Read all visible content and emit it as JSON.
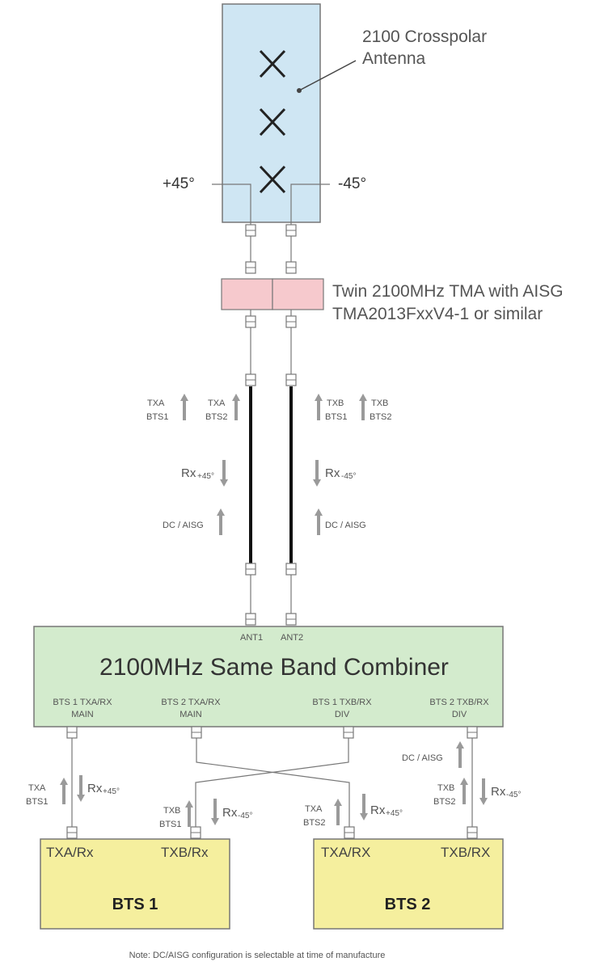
{
  "antenna": {
    "label_line1": "2100 Crosspolar",
    "label_line2": "Antenna",
    "pol_plus": "+45°",
    "pol_minus": "-45°",
    "fill": "#cfe6f3"
  },
  "tma": {
    "label_line1": "Twin 2100MHz TMA with AISG",
    "label_line2": "TMA2013FxxV4-1 or similar",
    "fill": "#f6c9cd"
  },
  "feeder_labels": {
    "left_tx": [
      {
        "line1": "TXA",
        "line2": "BTS1"
      },
      {
        "line1": "TXA",
        "line2": "BTS2"
      }
    ],
    "right_tx": [
      {
        "line1": "TXB",
        "line2": "BTS1"
      },
      {
        "line1": "TXB",
        "line2": "BTS2"
      }
    ],
    "left_rx": {
      "main": "Rx",
      "sub": "+45°"
    },
    "right_rx": {
      "main": "Rx",
      "sub": "-45°"
    },
    "left_dc": "DC / AISG",
    "right_dc": "DC / AISG"
  },
  "combiner": {
    "title": "2100MHz Same Band Combiner",
    "fill": "#d3ebcd",
    "ant_ports": [
      "ANT1",
      "ANT2"
    ],
    "bts_ports": [
      {
        "line1": "BTS 1 TXA/RX",
        "line2": "MAIN"
      },
      {
        "line1": "BTS 2 TXA/RX",
        "line2": "MAIN"
      },
      {
        "line1": "BTS 1 TXB/RX",
        "line2": "DIV"
      },
      {
        "line1": "BTS 2 TXB/RX",
        "line2": "DIV"
      }
    ]
  },
  "links": {
    "l1_tx": {
      "line1": "TXA",
      "line2": "BTS1"
    },
    "l1_rx": {
      "main": "Rx",
      "sub": "+45°"
    },
    "l2_tx": {
      "line1": "TXB",
      "line2": "BTS1"
    },
    "l2_rx": {
      "main": "Rx",
      "sub": "-45°"
    },
    "l3_tx": {
      "line1": "TXA",
      "line2": "BTS2"
    },
    "l3_rx": {
      "main": "Rx",
      "sub": "+45°"
    },
    "l4_tx": {
      "line1": "TXB",
      "line2": "BTS2"
    },
    "l4_rx": {
      "main": "Rx",
      "sub": "-45°"
    },
    "l4_dc": "DC / AISG"
  },
  "bts1": {
    "name": "BTS 1",
    "port_a": "TXA/Rx",
    "port_b": "TXB/Rx"
  },
  "bts2": {
    "name": "BTS 2",
    "port_a": "TXA/RX",
    "port_b": "TXB/RX"
  },
  "bts_fill": "#f5ef9e",
  "note": "Note:  DC/AISG configuration is selectable at time of manufacture"
}
